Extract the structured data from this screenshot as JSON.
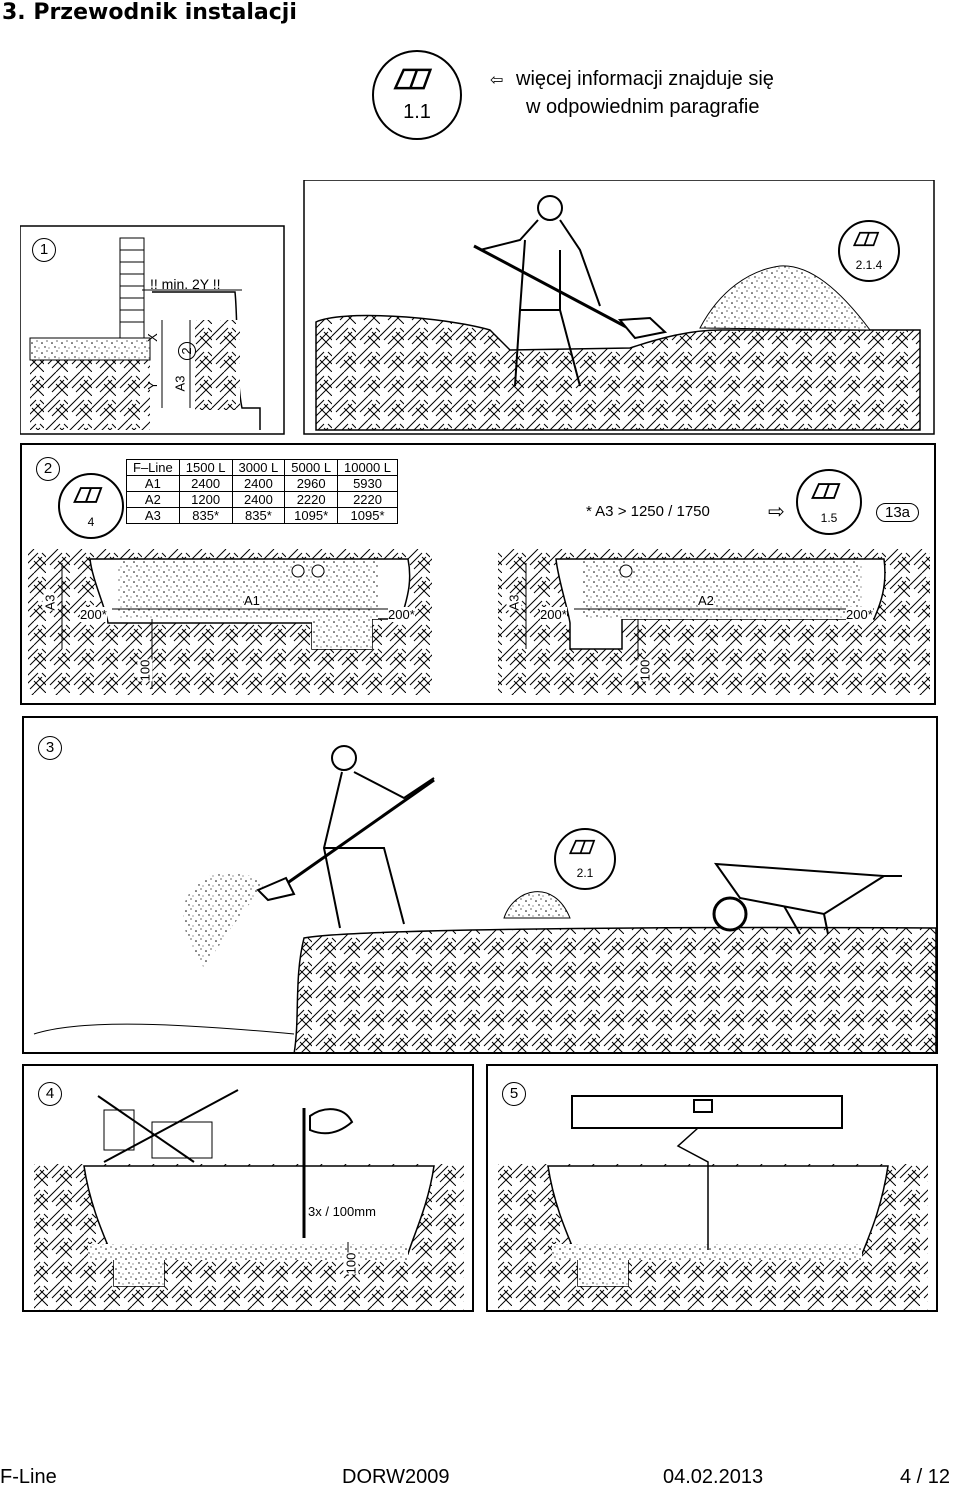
{
  "header": {
    "title": "3. Przewodnik instalacji"
  },
  "info": {
    "ref_label": "1.1",
    "line1": "więcej informacji znajduje się",
    "line2": "w odpowiednim paragrafie"
  },
  "step1": {
    "number": "1",
    "min_label": "!! min. 2Y !!",
    "x_label": "X",
    "y_label": "Y",
    "a3_label": "A3",
    "a3_ref": "2",
    "ref_label": "2.1.4"
  },
  "step2": {
    "number": "2",
    "ref_label": "4",
    "table": {
      "headers": [
        "F–Line",
        "1500 L",
        "3000 L",
        "5000 L",
        "10000 L"
      ],
      "rows": [
        [
          "A1",
          "2400",
          "2400",
          "2960",
          "5930"
        ],
        [
          "A2",
          "1200",
          "2400",
          "2220",
          "2220"
        ],
        [
          "A3",
          "835*",
          "835*",
          "1095*",
          "1095*"
        ]
      ]
    },
    "note": "* A3 > 1250 / 1750",
    "note_ref": "1.5",
    "note_tag": "13a",
    "left_section": {
      "a1": "A1",
      "a3": "A3",
      "side_left": "200*",
      "side_right": "200*",
      "depth": "100"
    },
    "right_section": {
      "a2": "A2",
      "a3": "A3",
      "side_left": "200*",
      "side_right": "200*",
      "depth": "100"
    }
  },
  "step3": {
    "number": "3",
    "ref_label": "2.1"
  },
  "step4": {
    "number": "4",
    "compaction": "3x / 100mm",
    "depth": "100"
  },
  "step5": {
    "number": "5"
  },
  "footer": {
    "product": "F-Line",
    "doc_code": "DORW2009",
    "date": "04.02.2013",
    "page": "4 / 12"
  }
}
